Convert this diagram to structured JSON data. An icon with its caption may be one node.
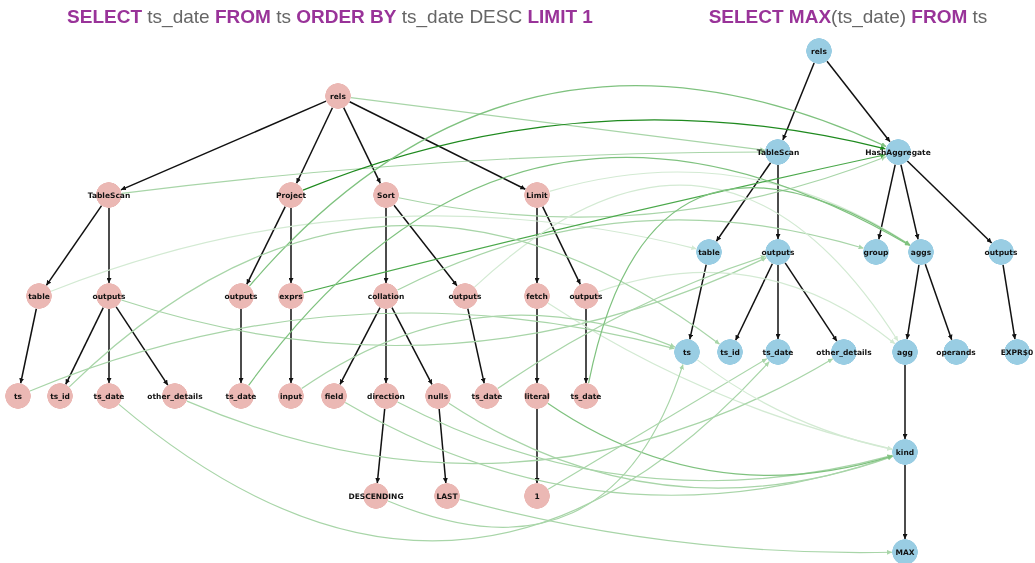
{
  "diagram": {
    "nodes": [
      {
        "text": [
          "rels"
        ]
      },
      {
        "text": [
          "TableScan"
        ]
      },
      {
        "text": [
          "Project"
        ]
      },
      {
        "text": [
          "Sort"
        ]
      },
      {
        "text": [
          "Limit"
        ]
      },
      {
        "text": [
          "table"
        ]
      },
      {
        "text": [
          "outputs"
        ]
      },
      {
        "text": [
          "outputs"
        ]
      },
      {
        "text": [
          "exprs"
        ]
      },
      {
        "text": [
          "collation"
        ]
      },
      {
        "text": [
          "outputs"
        ]
      },
      {
        "text": [
          "fetch"
        ]
      },
      {
        "text": [
          "outputs"
        ]
      },
      {
        "text": [
          "ts"
        ]
      },
      {
        "text": [
          "ts_id"
        ]
      },
      {
        "text": [
          "ts_date"
        ]
      },
      {
        "text": [
          "other_details"
        ]
      },
      {
        "text": [
          "ts_date"
        ]
      },
      {
        "text": [
          "input"
        ]
      },
      {
        "text": [
          "field"
        ]
      },
      {
        "text": [
          "direction"
        ]
      },
      {
        "text": [
          "nulls"
        ]
      },
      {
        "text": [
          "ts_date"
        ]
      },
      {
        "text": [
          "literal"
        ]
      },
      {
        "text": [
          "ts_date"
        ]
      },
      {
        "text": [
          "DESCENDING"
        ]
      },
      {
        "text": [
          "LAST"
        ]
      },
      {
        "text": [
          "1"
        ]
      },
      {
        "text": [
          "rels"
        ]
      },
      {
        "text": [
          "TableScan"
        ]
      },
      {
        "text": [
          "HashAggregate"
        ]
      },
      {
        "text": [
          "table"
        ]
      },
      {
        "text": [
          "outputs"
        ]
      },
      {
        "text": [
          "group"
        ]
      },
      {
        "text": [
          "aggs"
        ]
      },
      {
        "text": [
          "outputs"
        ]
      },
      {
        "text": [
          "ts"
        ]
      },
      {
        "text": [
          "ts_id"
        ]
      },
      {
        "text": [
          "ts_date"
        ]
      },
      {
        "text": [
          "other_details"
        ]
      },
      {
        "text": [
          "agg"
        ]
      },
      {
        "text": [
          "operands"
        ]
      },
      {
        "text": [
          "EXPR$0"
        ]
      },
      {
        "text": [
          "kind"
        ]
      },
      {
        "text": [
          "MAX"
        ]
      }
    ],
    "edges": [
      {
        "from": 0,
        "to": 1,
        "arrow": "to"
      },
      {
        "from": 0,
        "to": 2,
        "arrow": "to"
      },
      {
        "from": 0,
        "to": 3,
        "arrow": "to"
      },
      {
        "from": 0,
        "to": 4,
        "arrow": "to"
      },
      {
        "from": 1,
        "to": 5,
        "arrow": "to"
      },
      {
        "from": 1,
        "to": 6,
        "arrow": "to"
      },
      {
        "from": 2,
        "to": 7,
        "arrow": "to"
      },
      {
        "from": 2,
        "to": 8,
        "arrow": "to"
      },
      {
        "from": 3,
        "to": 9,
        "arrow": "to"
      },
      {
        "from": 3,
        "to": 10,
        "arrow": "to"
      },
      {
        "from": 4,
        "to": 11,
        "arrow": "to"
      },
      {
        "from": 4,
        "to": 12,
        "arrow": "to"
      },
      {
        "from": 5,
        "to": 13,
        "arrow": "to"
      },
      {
        "from": 6,
        "to": 14,
        "arrow": "to"
      },
      {
        "from": 6,
        "to": 15,
        "arrow": "to"
      },
      {
        "from": 6,
        "to": 16,
        "arrow": "to"
      },
      {
        "from": 7,
        "to": 17,
        "arrow": "to"
      },
      {
        "from": 8,
        "to": 18,
        "arrow": "to"
      },
      {
        "from": 9,
        "to": 19,
        "arrow": "to"
      },
      {
        "from": 9,
        "to": 20,
        "arrow": "to"
      },
      {
        "from": 9,
        "to": 21,
        "arrow": "to"
      },
      {
        "from": 10,
        "to": 22,
        "arrow": "to"
      },
      {
        "from": 11,
        "to": 23,
        "arrow": "to"
      },
      {
        "from": 12,
        "to": 24,
        "arrow": "to"
      },
      {
        "from": 20,
        "to": 25,
        "arrow": "to"
      },
      {
        "from": 21,
        "to": 26,
        "arrow": "to"
      },
      {
        "from": 23,
        "to": 27,
        "arrow": "to"
      },
      {
        "from": 28,
        "to": 29,
        "arrow": "to"
      },
      {
        "from": 28,
        "to": 30,
        "arrow": "to"
      },
      {
        "from": 29,
        "to": 31,
        "arrow": "to"
      },
      {
        "from": 29,
        "to": 32,
        "arrow": "to"
      },
      {
        "from": 30,
        "to": 33,
        "arrow": "to"
      },
      {
        "from": 30,
        "to": 34,
        "arrow": "to"
      },
      {
        "from": 30,
        "to": 35,
        "arrow": "to"
      },
      {
        "from": 31,
        "to": 36,
        "arrow": "to"
      },
      {
        "from": 32,
        "to": 37,
        "arrow": "to"
      },
      {
        "from": 32,
        "to": 38,
        "arrow": "to"
      },
      {
        "from": 32,
        "to": 39,
        "arrow": "to"
      },
      {
        "from": 34,
        "to": 40,
        "arrow": "to"
      },
      {
        "from": 34,
        "to": 41,
        "arrow": "to"
      },
      {
        "from": 35,
        "to": 42,
        "arrow": "to"
      },
      {
        "from": 40,
        "to": 43,
        "arrow": "to"
      },
      {
        "from": 43,
        "to": 44,
        "arrow": "to"
      },
      {
        "from": 0,
        "to": 29,
        "arrow": "to",
        "color": "#a8d5a8"
      },
      {
        "from": 1,
        "to": 29,
        "arrow": "to",
        "color": "#a8d5a8"
      },
      {
        "from": 2,
        "to": 30,
        "arrow": "to",
        "color": "#1f8a1f"
      },
      {
        "from": 3,
        "to": 30,
        "arrow": "to",
        "color": "#a8d5a8"
      },
      {
        "from": 4,
        "to": 34,
        "arrow": "to",
        "color": "#d3ead3"
      },
      {
        "from": 5,
        "to": 31,
        "arrow": "to",
        "color": "#d3ead3"
      },
      {
        "from": 6,
        "to": 32,
        "arrow": "to",
        "color": "#a8d5a8"
      },
      {
        "from": 7,
        "to": 30,
        "arrow": "to",
        "color": "#7fc27f"
      },
      {
        "from": 8,
        "to": 30,
        "arrow": "to",
        "color": "#4aa84a"
      },
      {
        "from": 9,
        "to": 33,
        "arrow": "to",
        "color": "#a8d5a8"
      },
      {
        "from": 10,
        "to": 40,
        "arrow": "to",
        "color": "#d3ead3"
      },
      {
        "from": 12,
        "to": 40,
        "arrow": "to",
        "color": "#d3ead3"
      },
      {
        "from": 11,
        "to": 43,
        "arrow": "to",
        "color": "#d3ead3"
      },
      {
        "from": 13,
        "to": 36,
        "arrow": "to",
        "color": "#a8d5a8"
      },
      {
        "from": 14,
        "to": 37,
        "arrow": "to",
        "color": "#a8d5a8"
      },
      {
        "from": 15,
        "to": 38,
        "arrow": "to",
        "color": "#a8d5a8"
      },
      {
        "from": 16,
        "to": 39,
        "arrow": "to",
        "color": "#a8d5a8"
      },
      {
        "from": 17,
        "to": 34,
        "arrow": "to",
        "color": "#7fc27f"
      },
      {
        "from": 18,
        "to": 36,
        "arrow": "to",
        "color": "#a8d5a8"
      },
      {
        "from": 19,
        "to": 43,
        "arrow": "to",
        "color": "#a8d5a8"
      },
      {
        "from": 20,
        "to": 43,
        "arrow": "to",
        "color": "#a8d5a8"
      },
      {
        "from": 21,
        "to": 43,
        "arrow": "to",
        "color": "#a8d5a8"
      },
      {
        "from": 22,
        "to": 32,
        "arrow": "to",
        "color": "#a8d5a8"
      },
      {
        "from": 23,
        "to": 43,
        "arrow": "to",
        "color": "#7fc27f"
      },
      {
        "from": 24,
        "to": 34,
        "arrow": "to",
        "color": "#7fc27f"
      },
      {
        "from": 25,
        "to": 36,
        "arrow": "to",
        "color": "#a8d5a8"
      },
      {
        "from": 26,
        "to": 44,
        "arrow": "to",
        "color": "#a8d5a8"
      },
      {
        "from": 27,
        "to": 38,
        "arrow": "to",
        "color": "#a8d5a8"
      },
      {
        "from": 36,
        "to": 43,
        "arrow": "to",
        "color": "#d3ead3"
      }
    ],
    "labels": [
      "**SELECT** ts_date **FROM** ts **ORDER BY** ts_date DESC **LIMIT** **1**",
      "**SELECT** **MAX**(ts_date) **FROM** ts"
    ]
  }
}
